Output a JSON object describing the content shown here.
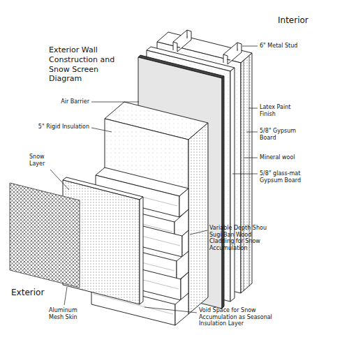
{
  "diagram": {
    "title": "Exterior Wall Construction and Snow Screen Diagram",
    "labels": [
      "Interior",
      "6\" Metal Stud",
      "Latex Paint Finish",
      "5/8\" Gypsum Board",
      "Mineral wool",
      "5/8\" glass-mat Gypsum Board",
      "Air Barrier",
      "5\" Rigid Insulation",
      "Snow Layer",
      "Variable Depth Shou Sugi Ban Wood Cladding for Snow Accumulation",
      "Exterior",
      "Void Space for Snow Accumulation as Seasonal Insulation Layer",
      "Aluminum Mesh Skin"
    ]
  }
}
